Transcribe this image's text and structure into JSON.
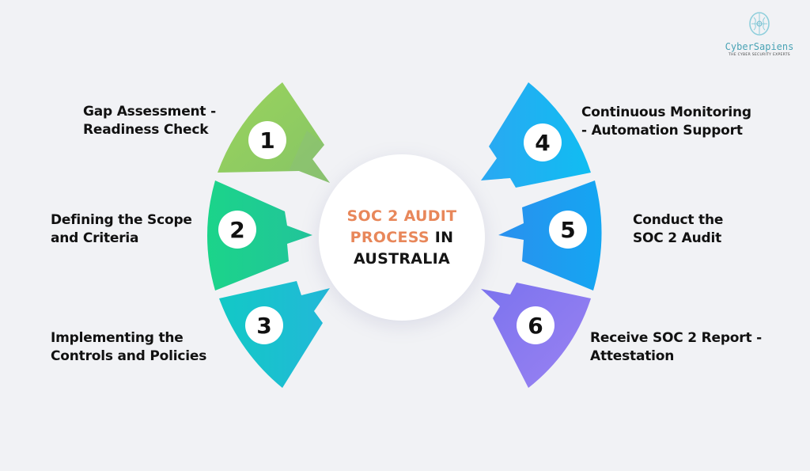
{
  "logo": {
    "brand": "CyberSapiens",
    "tagline": "THE CYBER SECURITY EXPERTS",
    "icon": "brain-circuit-icon",
    "color": "#4aa3b5"
  },
  "center": {
    "line1": "SOC 2 AUDIT",
    "line2_highlight": "PROCESS",
    "line2_rest": " IN",
    "line3": "AUSTRALIA",
    "highlight_color": "#e8875a"
  },
  "steps": [
    {
      "number": "1",
      "line1": "Gap Assessment -",
      "line2": "Readiness Check",
      "color": "#8fcc5a",
      "side": "left"
    },
    {
      "number": "2",
      "line1": "Defining the Scope",
      "line2": "and Criteria",
      "color": "#1fd18a",
      "side": "left"
    },
    {
      "number": "3",
      "line1": "Implementing the",
      "line2": "Controls and Policies",
      "color": "#17c6cc",
      "side": "left"
    },
    {
      "number": "4",
      "line1": "Continuous Monitoring",
      "line2": "- Automation Support",
      "color": "#1ab4f2",
      "side": "right"
    },
    {
      "number": "5",
      "line1": "Conduct the",
      "line2": "SOC 2 Audit",
      "color": "#1b9ef0",
      "side": "right"
    },
    {
      "number": "6",
      "line1": "Receive SOC 2 Report -",
      "line2": "Attestation",
      "color": "#8b7cf0",
      "side": "right"
    }
  ]
}
